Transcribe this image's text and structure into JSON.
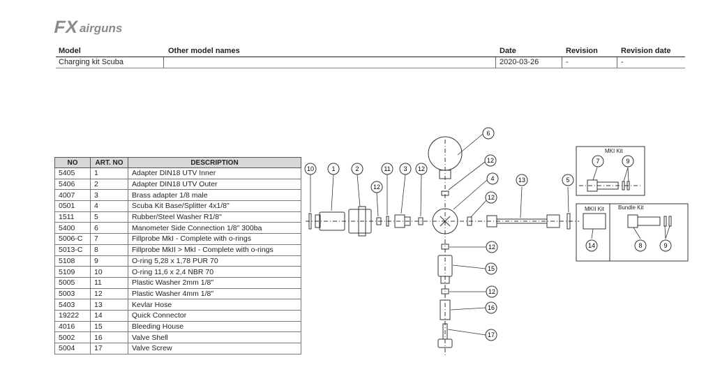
{
  "brand": {
    "logo_main": "FX",
    "logo_sub": "airguns"
  },
  "meta": {
    "headers": {
      "model": "Model",
      "other": "Other model names",
      "date": "Date",
      "revision": "Revision",
      "revision_date": "Revision date"
    },
    "values": {
      "model": "Charging kit Scuba",
      "other": "",
      "date": "2020-03-26",
      "revision": "-",
      "revision_date": "-"
    }
  },
  "parts_table": {
    "headers": {
      "no": "NO",
      "art": "ART. NO",
      "desc": "DESCRIPTION"
    },
    "rows": [
      {
        "no": "5405",
        "art": "1",
        "desc": "Adapter DIN18 UTV Inner"
      },
      {
        "no": "5406",
        "art": "2",
        "desc": "Adapter DIN18 UTV Outer"
      },
      {
        "no": "4007",
        "art": "3",
        "desc": "Brass adapter 1/8 male"
      },
      {
        "no": "0501",
        "art": "4",
        "desc": "Scuba Kit Base/Splitter 4x1/8\""
      },
      {
        "no": "1511",
        "art": "5",
        "desc": "Rubber/Steel Washer R1/8\""
      },
      {
        "no": "5400",
        "art": "6",
        "desc": "Manometer Side Connection 1/8\" 300ba"
      },
      {
        "no": "5006-C",
        "art": "7",
        "desc": "Fillprobe MkI - Complete with o-rings"
      },
      {
        "no": "5013-C",
        "art": "8",
        "desc": "Fillprobe MkII > MkI - Complete with o-rings"
      },
      {
        "no": "5108",
        "art": "9",
        "desc": "O-ring 5,28 x 1,78 PUR 70"
      },
      {
        "no": "5109",
        "art": "10",
        "desc": "O-ring 11,6 x 2,4 NBR 70"
      },
      {
        "no": "5005",
        "art": "11",
        "desc": "Plastic Washer 2mm 1/8\""
      },
      {
        "no": "5003",
        "art": "12",
        "desc": "Plastic Washer 4mm 1/8\""
      },
      {
        "no": "5403",
        "art": "13",
        "desc": "Kevlar Hose"
      },
      {
        "no": "19222",
        "art": "14",
        "desc": "Quick Connector"
      },
      {
        "no": "4016",
        "art": "15",
        "desc": "Bleeding House"
      },
      {
        "no": "5002",
        "art": "16",
        "desc": "Valve Shell"
      },
      {
        "no": "5004",
        "art": "17",
        "desc": "Valve Screw"
      }
    ]
  },
  "diagram": {
    "box_labels": {
      "mk1": "MKI Kit",
      "mk2": "MKII Kit",
      "bundle": "Bundle Kit"
    },
    "callouts": {
      "c10": "10",
      "c1": "1",
      "c2": "2",
      "c11": "11",
      "c3": "3",
      "c12a": "12",
      "c12b": "12",
      "c12c": "12",
      "c12d": "12",
      "c12e": "12",
      "c12f": "12",
      "c6": "6",
      "c4": "4",
      "c13": "13",
      "c5": "5",
      "c7": "7",
      "c9a": "9",
      "c9b": "9",
      "c14": "14",
      "c8": "8",
      "c15": "15",
      "c16": "16",
      "c17": "17"
    }
  }
}
